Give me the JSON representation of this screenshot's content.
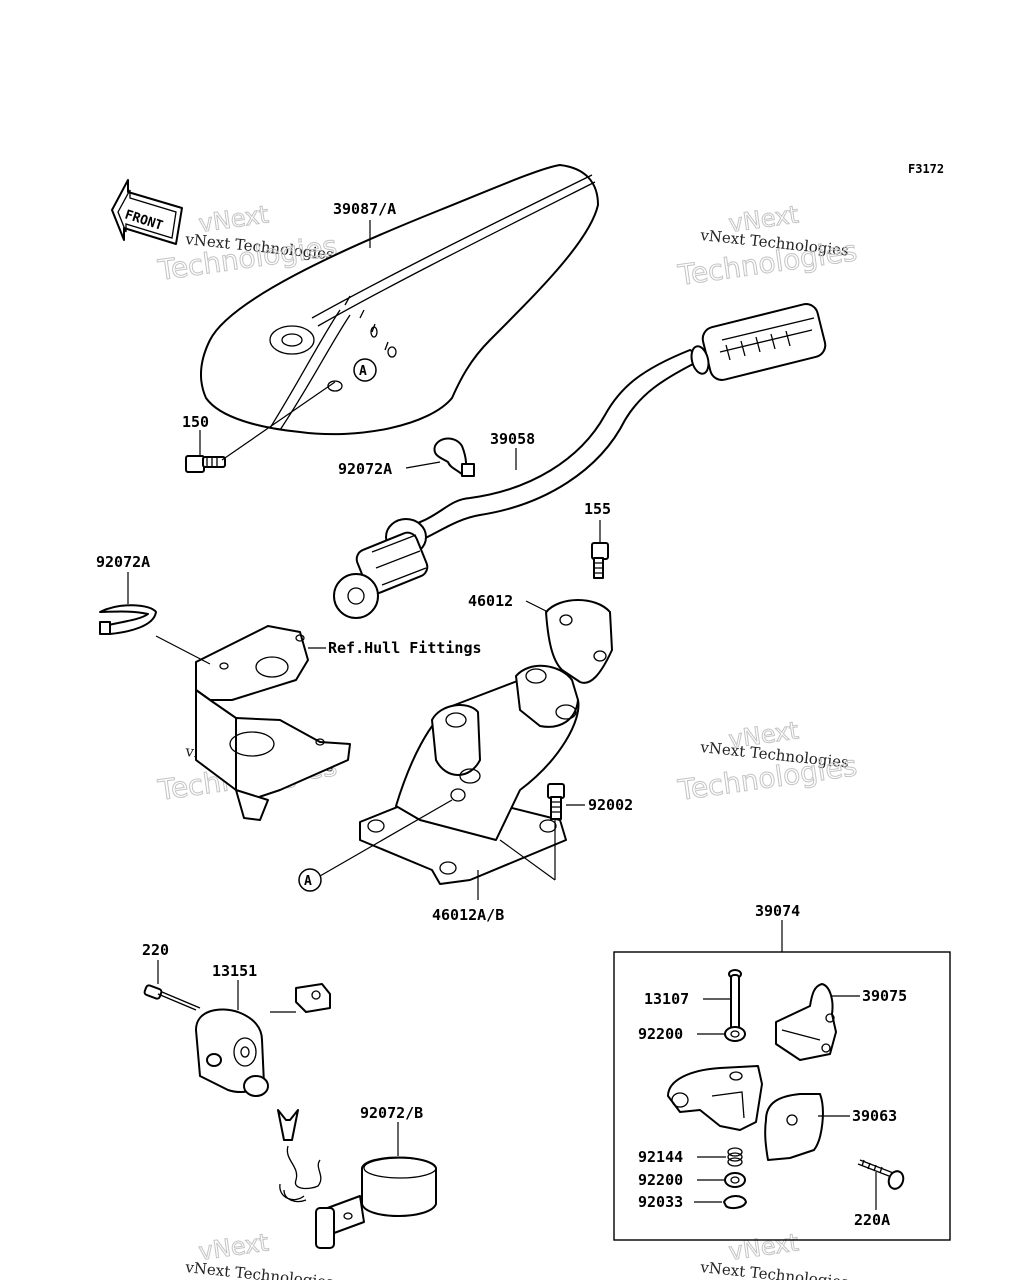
{
  "figure_code": "F3172",
  "front_label": "FRONT",
  "callout_letter": "A",
  "part_labels": {
    "hood": "39087/A",
    "bolt_150": "150",
    "handlebar": "39058",
    "band_a": "92072A",
    "bolt_155": "155",
    "holder": "46012",
    "band_a_2": "92072A",
    "ref_hull": "Ref.Hull Fittings",
    "bolt_92002": "92002",
    "bracket": "46012A/B",
    "throttle_assy": "39074",
    "screw_220": "220",
    "switch": "13151",
    "pin": "13107",
    "lever": "39075",
    "washer_top": "92200",
    "case": "39063",
    "spring": "92144",
    "washer_bottom": "92200",
    "clip": "92033",
    "screw_220a": "220A",
    "band_b": "92072/B"
  },
  "watermark": {
    "line1": "vNext",
    "line2": "vNext Technologies",
    "line3": "Technologies"
  }
}
